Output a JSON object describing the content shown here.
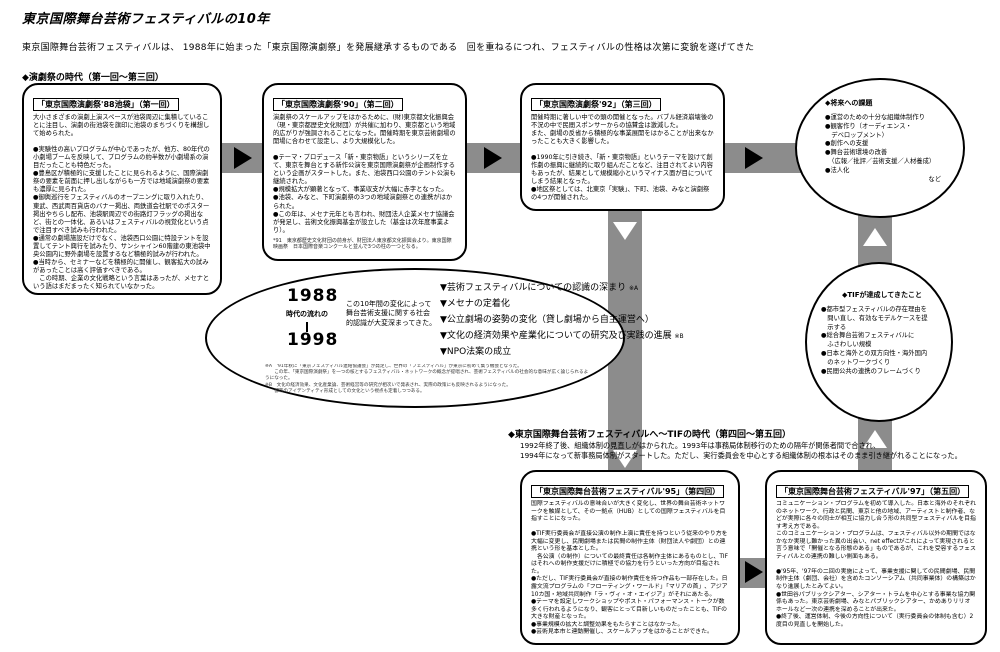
{
  "page_title": "東京国際舞台芸術フェスティバルの10年",
  "lead": "東京国際舞台芸術フェスティバルは、 1988年に始まった「東京国際演劇祭」を発展継承するものである　回を重ねるにつれ、フェスティバルの性格は次第に変貌を遂げてきた",
  "section1": {
    "heading": "◆演劇祭の時代（第一回〜第三回）"
  },
  "section2": {
    "heading": "◆東京国際舞台芸術フェスティバルへ〜TIFの時代（第四回〜第五回）",
    "text": "1992年終了後、組織体制の見直しがはかられた。1993年は事務局体制移行のための隔年が関係者間で合され、\n1994年になって新事務局体制がスタートした。ただし、実行委員会を中心とする組織体制の根本はそのまま引き継がれることになった。"
  },
  "boxes": [
    {
      "title": "「東京国際演劇祭'88池袋」（第一回）",
      "body": "大小さまざまの演劇上演スペースが池袋周辺に集積していることに注目し、演劇の街池袋を旗印に池袋のまちづくりを構想して始められた。\n\n●実験性の高いプログラムが中心であったが、他方、80年代の小劇場ブームを反映して、プログラムの約半数が小劇場系の演目だったことも特色だった。\n●豊島区が積極的に支援したことに見られるように、国際演劇祭の要素を前面に押し出しながらも一方では地域演劇祭の要素も濃厚に見られた。\n●御輿巡行をフェスティバルのオープニングに取り入れたり、東武、西武両百貨店のバナー掲出、両鉄道会社駅でのポスター掲出やちらし配布、池袋駅周辺での街路灯フラッグの掲出など、街との一体化、あるいはフェスティバルの視覚化という点で注目すべき試みも行われた。\n●通常の劇場施設だけでなく、池袋西口公園に特設テントを設置してテント興行を試みたり、サンシャイン60階建の東池袋中央公園内に野外劇場を設置するなど積極的試みが行われた。\n●当時から、セミナーなどを積極的に開催し、観客拡大の試みがあったことは高く評価すべきである。\n　この時期、企業の文化戦略という言葉はあったが、メセナという語はまだまったく知られていなかった。",
      "note": ""
    },
    {
      "title": "「東京国際演劇祭'90」（第二回）",
      "body": "演劇祭のスケールアップをはかるために、(財)東京都文化振興会（現・東京都歴史文化財団）が共催に加わり、東京都という地域的広がりが強調されることになった。開催時期を東京芸術劇場の開場に合わせて設定し、より大規模化した。\n\n●テーマ・プロデュース「新・東京物語」というシリーズを立て、東京を舞台とする新作公演を東京国際演劇祭が企画制作するという企画がスタートした。また、池袋西口公園のテント公演も継続された。\n●規模拡大が顕著となって、事業収支が大幅に赤字となった。\n●池袋、みなと、下町演劇祭の3つの地域演劇祭との連携がはかられた。\n●この年は、メセナ元年とも言われ、財団法人企業メセナ協議会が発足し、芸術文化振興基金が設立した（基金は次年度事業より）。",
      "note": "*91　東京都歴史文化財団の前身が、財団法人東京都文化振興会より。東京国際映画祭　日本国際音楽コンクールと並んで3つの柱の一つとなる。"
    },
    {
      "title": "「東京国際演劇祭'92」（第三回）",
      "body": "開催時期に著しい中での頭の開催となった。バブル経済崩壊後の不況の中で民間スポンサーからの協賛金は激減した。\nまた、劇場の反省から積極的な事業展開をはかることが出来なかったことも大きく影響した。\n\n●1990年に引き続き、「新・東京物語」というテーマを設けて創作劇の振興に継続的に取り組んだことなど、注目されてよい内容もあったが、結果として規模縮小というマイナス面が目についてしまう結果となった。\n●地区祭としては、北東京「実験」、下町、池袋、みなと演劇祭の4つが開催された。",
      "note": ""
    },
    {
      "title": "「東京国際舞台芸術フェスティバル'95」（第四回）",
      "body": "国際フェスティバルの意味合いが大きく変化し、世界の舞台芸術ネットワークを触媒として、その一拠点（HUB）としての国際フェスティバルを目指すことになった。\n\n●TIF実行委員会が直接公演の制作上演に責任を持つという従来のやり方を大幅に変更し、民間劇場または民間の制作主体（財団法人や劇団）との連携という形を基本とした。\n　各公演（の制作）についての最終責任は各制作主体にあるものとし、TIFはそれへの制作支援だけに積極での協力を行うといった方向が目指された。\n●ただし、TIF実行委員会が直接の制作責任を持つ作品も一部存在した。日露文流プログラムの「フローティング・ワールド」「マリアの首」、アジア10カ国・地域共同制作「ラ・ヴィ・オ・エイジア」がそれにあたる。\n●テーマを設定しワークショップやポスト・パフォーマンス・トークが数多く行われるようになり、観客にとって目新しいものだったことも、TIFの大きな財産となった。\n●事業規模の拡大と調整効果をもたらすことはなかった。\n●芸術見本市と連動開催し、スケールアップをはかることができた。",
      "note": ""
    },
    {
      "title": "「東京国際舞台芸術フェスティバル'97」（第五回）",
      "body": "コミュニケーション・プログラムを初めて導入した。日本と海外のそれぞれのネットワーク、行政と民間、東京と他の地域、アーティストと制作者、などが実際に各々の同士が相互に協力し合う形の共同型フェスティバルを目指す考え方である。\nこのコミュニケーション・プログラムは、フェスティバル以外の期間ではなかなか実現し難かった異の出会い、net effectがこれによって実現されると言う意味で「開催となる形態のある」ものであるが、これを受容するフェスティバルとの連携の難しい側面もある。\n\n●'95年、'97年の二回の実施によって、事業支援に関しての民間劇場、民間制作主体（劇団、会社）を含めたコンソーシアム（共同事業体）の構築はかなり進展したとみてよい。\n●世田谷パブリックシアター、シアター・トラムを中心とする事業な協力関係もあった。東京芸術劇場、みなとパブリックシアター、かめありリリオホールなど一次の連携を深めることが出来た。\n●終了後、運営体制、今後の方向性について（実行委員会の体制も含む）2度目の見直しを開始した。",
      "note": ""
    }
  ],
  "era": {
    "start_year": "1988",
    "middle": "時代の流れの",
    "end_year": "1998",
    "description": "この10年間の変化によって\n舞台芸術支援に関する社会\n的認識が大変深まってきた。",
    "topics": [
      {
        "text": "▼芸術フェスティバルについての認識の深まり",
        "note": "※A"
      },
      {
        "text": "▼メセナの定着化",
        "note": ""
      },
      {
        "text": "▼公立劇場の姿勢の変化（貸し劇場から自主運営へ）",
        "note": ""
      },
      {
        "text": "▼文化の経済効果や産業化についての研究及び実践の進展",
        "note": "※B"
      },
      {
        "text": "▼NPO法案の成立",
        "note": ""
      }
    ],
    "footnotes": "※A　'91年秋に「東京フェスティバル連絡協議会」が発足し、世界の「フェスティバル」が東京に初めて集う機会となった。\n　　この年、「東京国際演劇祭」を一つの核とするフェスティバル・ネットワークの概念が提唱され、芸術フェスティバルの社会的な意味が広く論じられるようになった。\n※B　文化の経済効果、文化産業論、芸術経営等の研究が相次いで発表され、実際の政策にも反映されるようになった。\n　　都市のアイデンティティ形成としての文化という視点も定着しつつある。"
  },
  "future": {
    "title": "◆将来への課題",
    "items": "●運営のための十分な組織体制作り\n●観客作り（オーディエンス・\n　デベロップメント）\n●創作への支援\n●舞台芸術環境の改善\n　（広報／批評／芸術支援／人材養成）\n●法人化",
    "trailing": "など"
  },
  "achieved": {
    "title": "◆TIFが達成してきたこと",
    "items": "●都市型フェスティバルの存在理由を\n　問い直し、有効なモデルケースを提\n　示する\n●総合舞台芸術フェスティバルに\n　ふさわしい規模\n●日本と海外との双方向性・海外国内\n　のネットワークづくり\n●民間公共の連携のフレームづくり"
  }
}
